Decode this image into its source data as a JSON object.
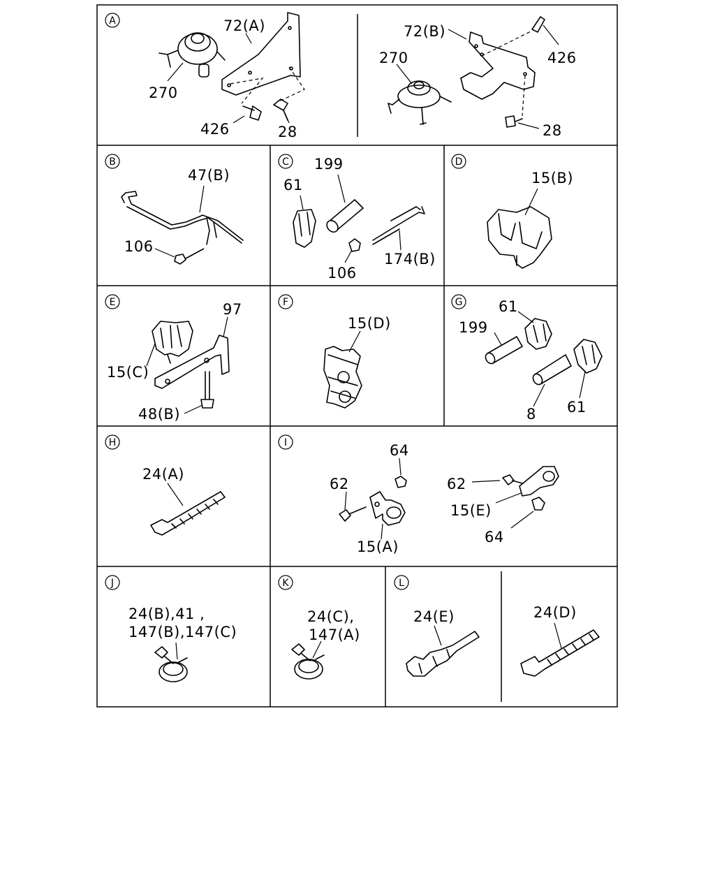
{
  "panels": [
    {
      "id": "A",
      "circle_label": "A",
      "callouts": [
        "72(A)",
        "270",
        "426",
        "28",
        "72(B)",
        "270",
        "426",
        "28"
      ]
    },
    {
      "id": "B",
      "circle_label": "B",
      "callouts": [
        "47(B)",
        "106"
      ]
    },
    {
      "id": "C",
      "circle_label": "C",
      "callouts": [
        "199",
        "61",
        "106",
        "174(B)"
      ]
    },
    {
      "id": "D",
      "circle_label": "D",
      "callouts": [
        "15(B)"
      ]
    },
    {
      "id": "E",
      "circle_label": "E",
      "callouts": [
        "97",
        "15(C)",
        "48(B)"
      ]
    },
    {
      "id": "F",
      "circle_label": "F",
      "callouts": [
        "15(D)"
      ]
    },
    {
      "id": "G",
      "circle_label": "G",
      "callouts": [
        "61",
        "199",
        "8",
        "61"
      ]
    },
    {
      "id": "H",
      "circle_label": "H",
      "callouts": [
        "24(A)"
      ]
    },
    {
      "id": "I",
      "circle_label": "I",
      "callouts": [
        "64",
        "62",
        "15(A)",
        "62",
        "15(E)",
        "64"
      ]
    },
    {
      "id": "J",
      "circle_label": "J",
      "callouts": [
        "24(B),41 ,",
        "147(B),147(C)"
      ]
    },
    {
      "id": "K",
      "circle_label": "K",
      "callouts": [
        "24(C),",
        "147(A)"
      ]
    },
    {
      "id": "L",
      "circle_label": "L",
      "callouts": [
        "24(E)",
        "24(D)"
      ]
    }
  ]
}
